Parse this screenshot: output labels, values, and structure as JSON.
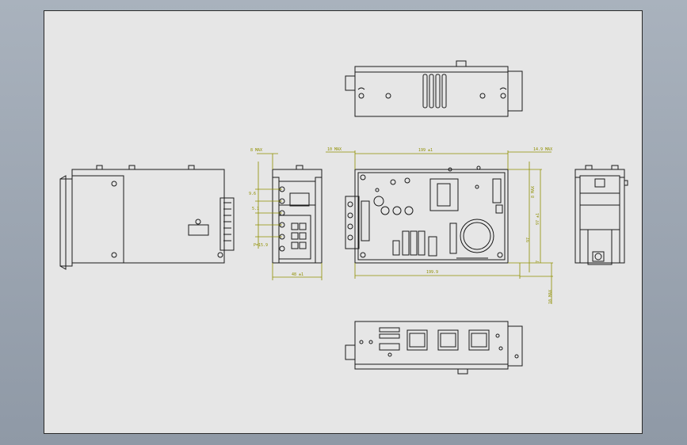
{
  "colors": {
    "background": "#9aa3ae",
    "sheet": "#e6e6e6",
    "outline": "#1a1a1a",
    "dimension": "#8f8f00"
  },
  "dimensions": {
    "front_width": "48 ±1",
    "front_top_small": "8 MAX",
    "front_pitch_a": "9.6",
    "front_pitch_b": "5.1",
    "front_pitch_c": "P=15.9",
    "main_top": "199 ±1",
    "main_left_top": "10 MAX",
    "main_right_top": "14.9 MAX",
    "main_bottom": "199.9",
    "right_height_a": "8 MAX",
    "right_height_b": "97 ±1",
    "right_height_c": "97",
    "right_height_d": "7",
    "right_bottom": "10 MAX"
  }
}
